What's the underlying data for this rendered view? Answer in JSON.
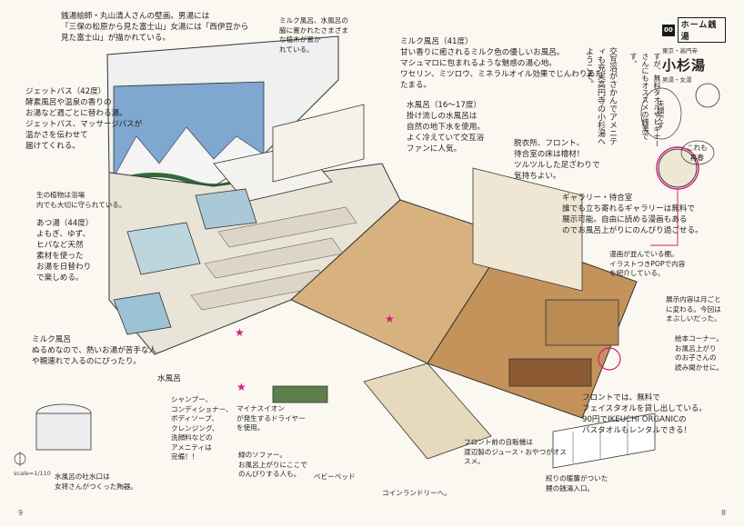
{
  "badge": {
    "number": "00",
    "series": "ホーム銭湯",
    "location": "東京・高円寺",
    "name": "小杉湯",
    "gender": "男湯・女湯"
  },
  "vertical_intro": [
    "交互浴がさかんで",
    "アメニティも充実",
    "高円寺の小杉湯へ",
    "ようこそ。"
  ],
  "vertical_intro_b": [
    "すが、",
    "無料タオルや",
    "にもオススメの銭湯です。",
    "ビギナーさん"
  ],
  "character_note": "これも\n再春",
  "character_note_b": "夫婦です",
  "notes": {
    "ceiling_mural": "銭湯絵師・丸山清人さんの壁画。男湯には\n「三保の松原から見た富士山」女湯には「西伊豆から\n見た富士山」が描かれている。",
    "milk_top": "ミルク風呂、水風呂の\n脇に置かれたさまざま\nな植木が置か\nれている。",
    "jet_bath": "ジェットバス（42度）\n酵素風呂や温泉の香りの\nお湯など週ごとに替わる湯。\nジェットバス、マッサージバスが\n温かさを伝わせて\n届けてくれる。",
    "milk_bath_41": "ミルク風呂（41度）\n甘い香りに癒されるミルク色の優しいお風呂。\nマシュマロに包まれるような魅惑の湯心地。\nワセリン、ミツロウ、ミネラルオイル効果でじんわりあたたまる。",
    "cold_water_16": "水風呂（16〜17度）\n掛け流しの水風呂は\n自然の地下水を使用。\nよく冷えていて交互浴\nファンに人気。",
    "dressing_room": "脱衣所、フロント、\n待合室の床は檜材！\nツルツルした足ざわりで\n気持ちよい。",
    "hot_bath_44": "あつ湯（44度）\nよもぎ、ゆず、\nヒバなど天然\n素材を使った\nお湯を日替わり\nで楽しめる。",
    "plants_note": "生の植物は浴場\n内でも大切に守られている。",
    "gallery": "ギャラリー・待合室\n誰でも立ち寄れるギャラリーは無料で\n展示可能。自由に読める漫画もある\nのでお風呂上がりにのんびり過ごせる。",
    "manga_shelf": "漫画が並んでいる棚。\nイラストつきPOPで内容\nを紹介している。",
    "exhibit_change": "展示内容は月ごと\nに変わる。今回は\nまぶしいだった。",
    "picture_book": "絵本コーナー。\nお風呂上がり\nのお子さんの\n読み聞かせに。",
    "milk_bath_bottom": "ミルク風呂\nぬるめなので、熱いお湯が苦手な人\nや親連れで入るのにぴったり。",
    "cold_water_label": "水風呂",
    "amenities": "シャンプー、\nコンディショナー、\nボディソープ、\nクレンジング、\n洗顔料などの\nアメニティは\n完備！！",
    "ion_dryer": "マイナスイオン\nが発生するドライヤー\nを使用。",
    "free_towel": "フロントでは、無料で\nフェイスタオルを貸し出している。\n90円でIKEUCHI ORGANICの\nバスタオルもレンタルできる！",
    "vending": "フロント前の自販機は\n渡辺製のジュース・おやつがオススメ。",
    "sofa": "緑のソファー。\nお風呂上がりにここで\nのんびりする人も。",
    "baby_bed": "ベビーベッド",
    "laundry": "コインランドリーへ。",
    "noren": "絞りの暖簾がついた\n鯉の銭湯入口。",
    "ceramic": "水風呂の吐水口は\n女将さんがつくった陶器。"
  },
  "scale": "scale=1/110",
  "pages": {
    "left": "9",
    "right": "8"
  },
  "colors": {
    "accent": "#d81b7c",
    "ink": "#1a1a1a",
    "wood": "#c4935b",
    "tile": "#e9e4d8",
    "water": "#a9c9d6"
  }
}
